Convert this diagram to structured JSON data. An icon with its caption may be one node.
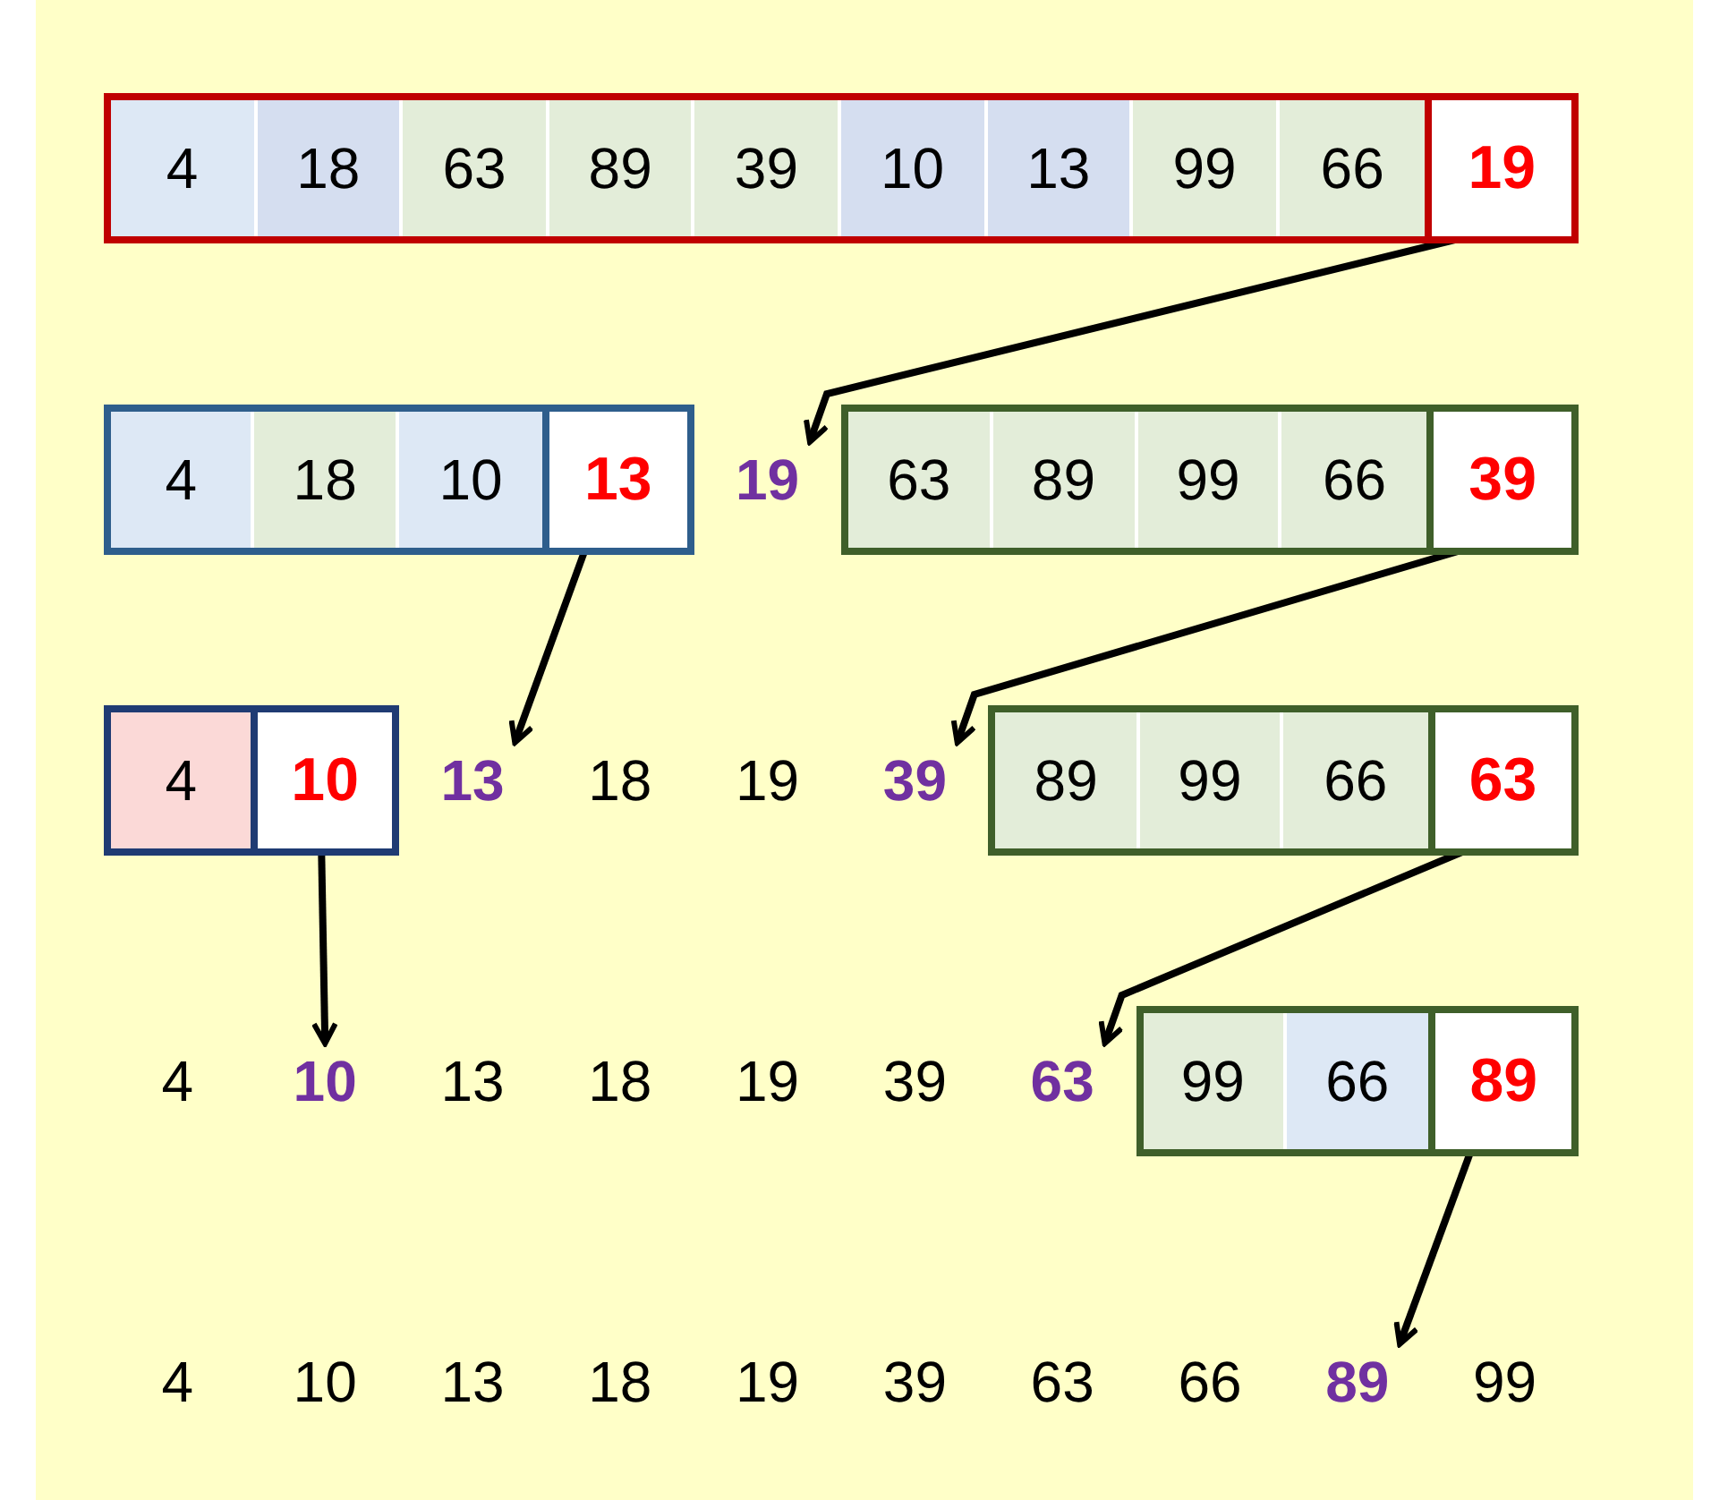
{
  "diagram": {
    "nodes": [
      {
        "text": [],
        "shape": "box"
      },
      {
        "text": [
          "4"
        ],
        "in": 0
      },
      {
        "text": [
          "18"
        ],
        "in": 0
      },
      {
        "text": [
          "63"
        ],
        "in": 0
      },
      {
        "text": [
          "89"
        ],
        "in": 0
      },
      {
        "text": [
          "39"
        ],
        "in": 0
      },
      {
        "text": [
          "10"
        ],
        "in": 0
      },
      {
        "text": [
          "13"
        ],
        "in": 0
      },
      {
        "text": [
          "99"
        ],
        "in": 0
      },
      {
        "text": [
          "66"
        ],
        "in": 0
      },
      {
        "text": [
          "19"
        ],
        "in": 0
      },
      {
        "text": [],
        "shape": "box"
      },
      {
        "text": [
          "4"
        ],
        "in": 11
      },
      {
        "text": [
          "18"
        ],
        "in": 11
      },
      {
        "text": [
          "10"
        ],
        "in": 11
      },
      {
        "text": [
          "13"
        ],
        "in": 11
      },
      {
        "text": [
          "19"
        ]
      },
      {
        "text": [],
        "shape": "box"
      },
      {
        "text": [
          "63"
        ],
        "in": 17
      },
      {
        "text": [
          "89"
        ],
        "in": 17
      },
      {
        "text": [
          "99"
        ],
        "in": 17
      },
      {
        "text": [
          "66"
        ],
        "in": 17
      },
      {
        "text": [
          "39"
        ],
        "in": 17
      },
      {
        "text": [],
        "shape": "box"
      },
      {
        "text": [
          "4"
        ],
        "in": 23
      },
      {
        "text": [
          "10"
        ],
        "in": 23
      },
      {
        "text": [
          "13"
        ]
      },
      {
        "text": [
          "39"
        ]
      },
      {
        "text": [],
        "shape": "box"
      },
      {
        "text": [
          "89"
        ],
        "in": 28
      },
      {
        "text": [
          "99"
        ],
        "in": 28
      },
      {
        "text": [
          "66"
        ],
        "in": 28
      },
      {
        "text": [
          "63"
        ],
        "in": 28
      },
      {
        "text": [
          "10"
        ]
      },
      {
        "text": [
          "63"
        ]
      },
      {
        "text": [],
        "shape": "box"
      },
      {
        "text": [
          "99"
        ],
        "in": 35
      },
      {
        "text": [
          "66"
        ],
        "in": 35
      },
      {
        "text": [
          "89"
        ],
        "in": 35
      },
      {
        "text": [
          "89"
        ]
      }
    ],
    "edges": [
      {
        "from": 10,
        "to": 16,
        "arrow": "to"
      },
      {
        "from": 15,
        "to": 26,
        "arrow": "to"
      },
      {
        "from": 22,
        "to": 27,
        "arrow": "to"
      },
      {
        "from": 25,
        "to": 33,
        "arrow": "to"
      },
      {
        "from": 32,
        "to": 34,
        "arrow": "to"
      },
      {
        "from": 38,
        "to": 39,
        "arrow": "to"
      }
    ],
    "labels": [
      "18",
      "19",
      "4",
      "13",
      "18",
      "19",
      "39",
      "4",
      "10",
      "13",
      "18",
      "19",
      "39",
      "63",
      "66",
      "99"
    ]
  }
}
